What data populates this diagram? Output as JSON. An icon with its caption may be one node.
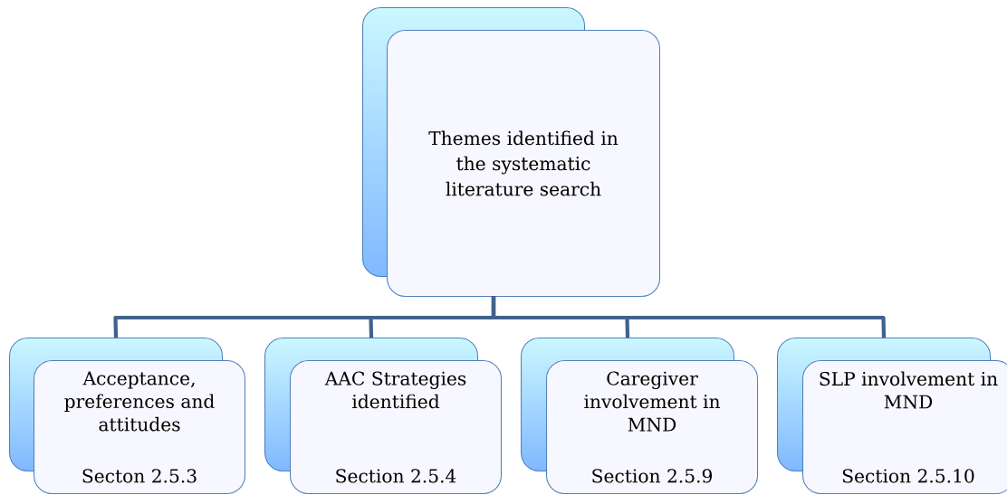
{
  "diagram": {
    "nodes": [
      {
        "text": [
          "Themes identified in the systematic literature search"
        ]
      },
      {
        "text": [
          "Acceptance, preferences and attitudes",
          "Secton 2.5.3"
        ]
      },
      {
        "text": [
          "AAC Strategies identified",
          "Section 2.5.4"
        ]
      },
      {
        "text": [
          "Caregiver involvement in MND",
          "Section 2.5.9"
        ]
      },
      {
        "text": [
          "SLP involvement in MND",
          "Section 2.5.10"
        ]
      }
    ],
    "edges": [
      {
        "from": 0,
        "to": 1,
        "arrow": "none"
      },
      {
        "from": 0,
        "to": 2,
        "arrow": "none"
      },
      {
        "from": 0,
        "to": 3,
        "arrow": "none"
      },
      {
        "from": 0,
        "to": 4,
        "arrow": "none"
      }
    ]
  }
}
